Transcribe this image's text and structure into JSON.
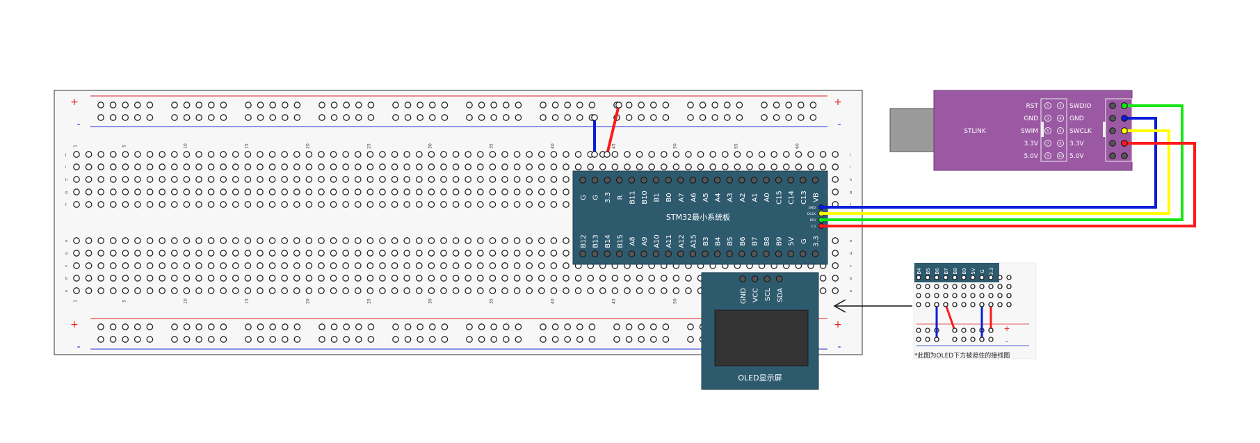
{
  "colors": {
    "board": "#2e5a6e",
    "stlink": "#9b59a4",
    "usb": "#9a9a9a",
    "wire_blue": "#0a1ed8",
    "wire_red": "#ff1a1a",
    "wire_green": "#17e617",
    "wire_yellow": "#ffff00",
    "rail_red": "#e02020",
    "rail_blue": "#2030d0"
  },
  "breadboard": {
    "plus": "+",
    "minus": "-",
    "rows_top": [
      "j",
      "i",
      "h",
      "g",
      "f"
    ],
    "rows_bottom": [
      "e",
      "d",
      "c",
      "b",
      "a"
    ],
    "column_numbers": [
      "1",
      "5",
      "10",
      "15",
      "20",
      "25",
      "30",
      "35",
      "40",
      "45",
      "50",
      "55",
      "60"
    ]
  },
  "stm32": {
    "title": "STM32最小系统板",
    "top_pins": [
      "G",
      "G",
      "3.3",
      "R",
      "B11",
      "B10",
      "B1",
      "B0",
      "A7",
      "A6",
      "A5",
      "A4",
      "A3",
      "A2",
      "A1",
      "A0",
      "C15",
      "C14",
      "C13",
      "VB"
    ],
    "bottom_pins": [
      "B12",
      "B13",
      "B14",
      "B15",
      "A8",
      "A9",
      "A10",
      "A11",
      "A12",
      "A15",
      "B3",
      "B4",
      "B5",
      "B6",
      "B7",
      "B8",
      "B9",
      "5V",
      "G",
      "3.3"
    ],
    "swd_pins": [
      "GND",
      "DCLK",
      "DIO",
      "3.3"
    ]
  },
  "stlink": {
    "title": "STLINK",
    "left_labels": [
      "RST",
      "GND",
      "SWIM",
      "3.3V",
      "5.0V"
    ],
    "right_labels": [
      "SWDIO",
      "GND",
      "SWCLK",
      "3.3V",
      "5.0V"
    ],
    "pin_numbers": [
      "1",
      "2",
      "3",
      "4",
      "5",
      "6",
      "7",
      "8",
      "9",
      "10"
    ]
  },
  "oled": {
    "title": "OLED显示屏",
    "pins": [
      "GND",
      "VCC",
      "SCL",
      "SDA"
    ]
  },
  "inset": {
    "pins": [
      "B4",
      "B5",
      "B6",
      "B7",
      "B8",
      "B9",
      "5V",
      "G",
      "3.3"
    ],
    "caption": "*此图为OLED下方被遮住的接线图",
    "plus": "+",
    "minus": "-"
  }
}
